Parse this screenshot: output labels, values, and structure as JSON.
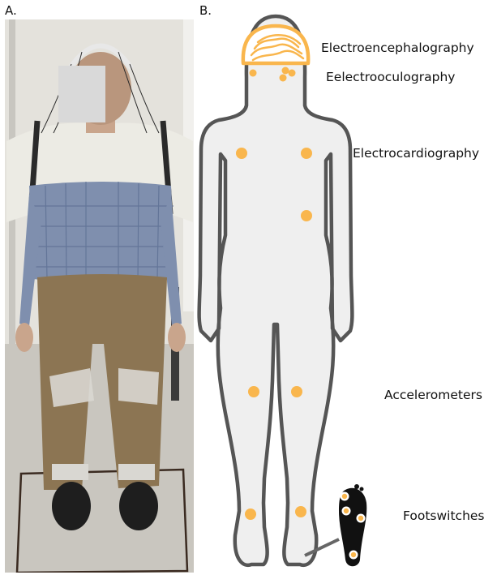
{
  "panels": {
    "a_label": "A.",
    "b_label": "B."
  },
  "sensors": {
    "eeg": "Electroencephalography",
    "eog": "Eelectrooculography",
    "ecg": "Electrocardiography",
    "acc": "Accelerometers",
    "foot": "Footswitches"
  },
  "colors": {
    "sensor": "#f9b64d",
    "body_fill": "#efefef",
    "body_outline": "#555555",
    "foot": "#111111"
  }
}
